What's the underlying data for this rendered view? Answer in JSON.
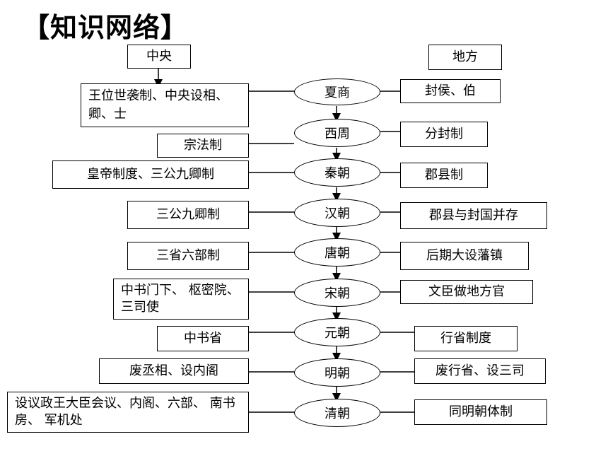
{
  "title": "【知识网络】",
  "headers": {
    "central": "中央",
    "local": "地方"
  },
  "dynasties": [
    {
      "name": "夏商",
      "central": "王位世袭制、中央设相、卿、士",
      "local": "封侯、伯"
    },
    {
      "name": "西周",
      "central": "宗法制",
      "local": "分封制"
    },
    {
      "name": "秦朝",
      "central": "皇帝制度、三公九卿制",
      "local": "郡县制"
    },
    {
      "name": "汉朝",
      "central": "三公九卿制",
      "local": "郡县与封国并存"
    },
    {
      "name": "唐朝",
      "central": "三省六部制",
      "local": "后期大设藩镇"
    },
    {
      "name": "宋朝",
      "central": "中书门下、 枢密院、三司使",
      "local": "文臣做地方官"
    },
    {
      "name": "元朝",
      "central": "中书省",
      "local": "行省制度"
    },
    {
      "name": "明朝",
      "central": "废丞相、设内阁",
      "local": "废行省、设三司"
    },
    {
      "name": "清朝",
      "central": "设议政王大臣会议、内阁、六部、 南书房、 军机处",
      "local": "同明朝体制"
    }
  ]
}
